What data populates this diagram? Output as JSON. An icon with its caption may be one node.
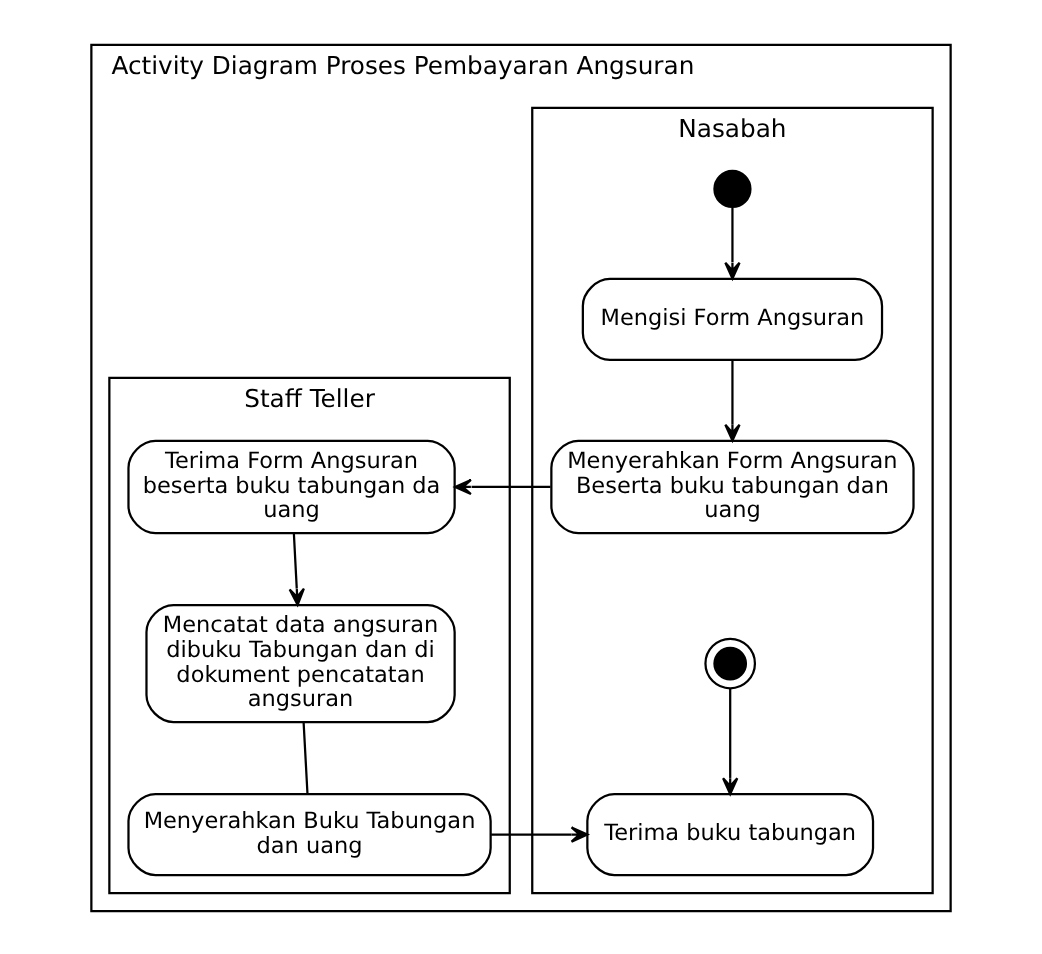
{
  "diagram": {
    "nodes": [
      {
        "text": [
          "Activity Diagram Proses Pembayaran Angsuran"
        ]
      },
      {
        "text": [
          "Nasabah"
        ],
        "in": 0
      },
      {
        "text": [
          "Staff Teller"
        ],
        "in": 0
      },
      {
        "text": [],
        "shape": "circle",
        "in": 1
      },
      {
        "text": [
          "Mengisi Form Angsuran"
        ],
        "in": 1
      },
      {
        "text": [
          "Menyerahkan Form Angsuran Beserta buku tabungan dan uang"
        ],
        "in": 1
      },
      {
        "text": [
          "Terima Form Angsuran beserta buku tabungan da uang"
        ],
        "in": 2
      },
      {
        "text": [
          "Mencatat data angsuran dibuku Tabungan dan di dokument pencatatan angsuran"
        ],
        "in": 2
      },
      {
        "text": [
          "Menyerahkan Buku Tabungan dan uang"
        ],
        "in": 2
      },
      {
        "text": [
          "Terima buku tabungan"
        ],
        "in": 1
      },
      {
        "text": [],
        "shape": "circle",
        "in": 1
      }
    ],
    "edges": [
      {
        "from": 3,
        "to": 4,
        "arrow": "to"
      },
      {
        "from": 4,
        "to": 5,
        "arrow": "to"
      },
      {
        "from": 5,
        "to": 6,
        "arrow": "to"
      },
      {
        "from": 6,
        "to": 7,
        "arrow": "to"
      },
      {
        "from": 7,
        "to": 8,
        "arrow": "none"
      },
      {
        "from": 8,
        "to": 9,
        "arrow": "to"
      },
      {
        "from": 10,
        "to": 9,
        "arrow": "to"
      }
    ]
  }
}
